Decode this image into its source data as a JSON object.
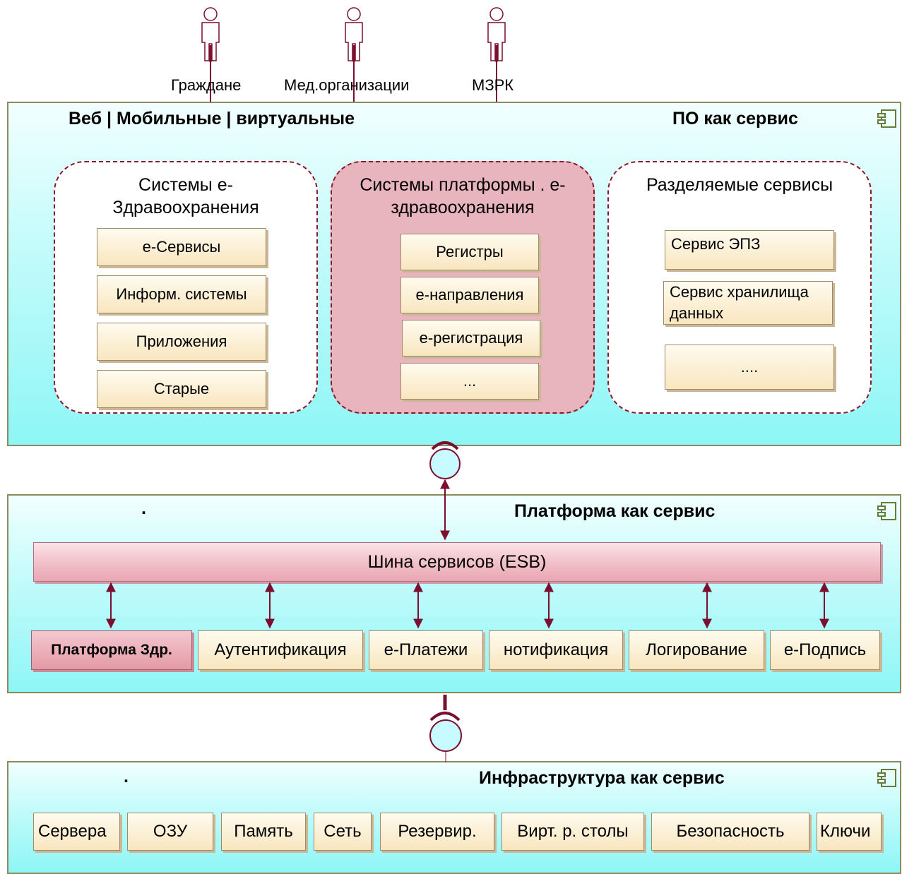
{
  "actors": [
    {
      "label": "Граждане"
    },
    {
      "label": "Мед.организации"
    },
    {
      "label": "МЗРК"
    }
  ],
  "saas": {
    "channels": "Веб   | Мобильные   | виртуальные",
    "title": "ПО как сервис",
    "groups": [
      {
        "title": "Системы е-Здравоохранения",
        "items": [
          "е-Сервисы",
          "Информ. системы",
          "Приложения",
          "Старые"
        ]
      },
      {
        "title": "Системы платформы . е-здравоохранения",
        "items": [
          "Регистры",
          "е-направления",
          "е-регистрация",
          "..."
        ]
      },
      {
        "title": "Разделяемые сервисы",
        "items": [
          "Сервис ЭПЗ",
          "Сервис хранилища данных",
          "...."
        ]
      }
    ]
  },
  "paas": {
    "dot": ".",
    "title": "Платформа как сервис",
    "esb": "Шина сервисов (ESB)",
    "services": [
      "Платформа Здр.",
      "Аутентификация",
      "е-Платежи",
      "нотификация",
      "Логирование",
      "е-Подпись"
    ]
  },
  "iaas": {
    "dot": ".",
    "title": "Инфраструктура как сервис",
    "items": [
      "Сервера",
      "ОЗУ",
      "Память",
      "Сеть",
      "Резервир.",
      "Вирт. р. столы",
      "Безопасность",
      "Ключи"
    ]
  },
  "colors": {
    "connector": "#7a0f2f",
    "layer_border": "#8a8a5a",
    "group_border": "#8a1a2a",
    "platform_group_fill": "#e8b4bd"
  }
}
